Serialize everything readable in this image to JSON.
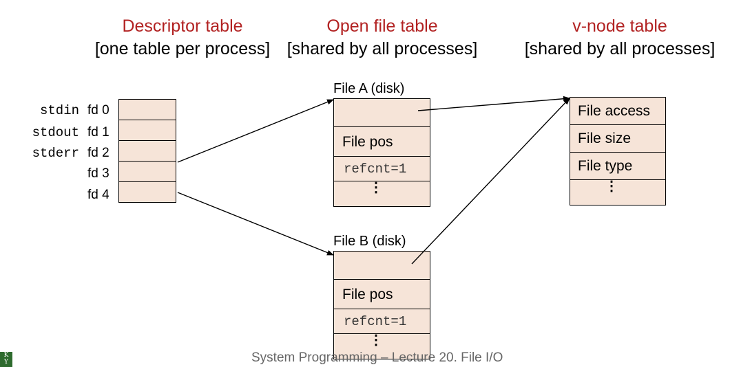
{
  "headers": {
    "descriptor": {
      "title": "Descriptor table",
      "subtitle": "[one table per process]"
    },
    "open_file": {
      "title": "Open file table",
      "subtitle": "[shared by all processes]"
    },
    "vnode": {
      "title": "v-node table",
      "subtitle": "[shared by all processes]"
    }
  },
  "descriptor_table": {
    "std_labels": [
      "stdin",
      "stdout",
      "stderr"
    ],
    "fd_labels": [
      "fd 0",
      "fd 1",
      "fd 2",
      "fd 3",
      "fd 4"
    ]
  },
  "file_a": {
    "title": "File A (disk)",
    "pos": "File pos",
    "refcnt": "refcnt=1",
    "dots": "⋮"
  },
  "file_b": {
    "title": "File B (disk)",
    "pos": "File pos",
    "refcnt": "refcnt=1",
    "dots": "⋮"
  },
  "vnode_table": {
    "rows": [
      "File access",
      "File size",
      "File type"
    ],
    "dots": "⋮"
  },
  "footer": "System Programming – Lecture 20. File I/O",
  "colors": {
    "header_title": "#b22222",
    "cell_fill": "#f6e4d8"
  }
}
